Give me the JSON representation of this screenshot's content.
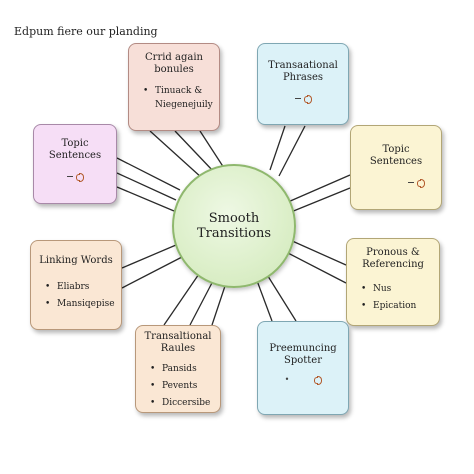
{
  "title": "Edpum fiere our planding",
  "center": {
    "label": "Smooth Transitions"
  },
  "cards": {
    "crrid": {
      "title": "Crrid again bonules",
      "items": [
        "Tinuack &",
        "Niegenejuily"
      ]
    },
    "transaational": {
      "title": "Transaational Phrases",
      "sound_icon": "speaker-icon"
    },
    "topic_left": {
      "title": "Topic Sentences",
      "sound_icon": "speaker-icon"
    },
    "topic_right": {
      "title": "Topic Sentences",
      "sound_icon": "speaker-icon"
    },
    "linking": {
      "title": "Linking Words",
      "items": [
        "Eliabrs",
        "Mansiqepise"
      ]
    },
    "pronous": {
      "title": "Pronous & Referencing",
      "items": [
        "Nus",
        "Epication"
      ]
    },
    "transaltional": {
      "title": "Transaltional Raules",
      "items": [
        "Pansids",
        "Pevents",
        "Diccersibe"
      ]
    },
    "preemuncing": {
      "title": "Preemuncing Spotter",
      "sound_icon": "speaker-icon"
    }
  },
  "colors": {
    "center_fill": "#dcefc9",
    "center_border": "#8fb86e",
    "pink": "#f7dfd8",
    "blue": "#dcf2f8",
    "lilac": "#f6def6",
    "cream": "#fbf4d3",
    "peach": "#fae7d4",
    "connector": "#2a2a2a",
    "sound_icon": "#b25a2c"
  }
}
